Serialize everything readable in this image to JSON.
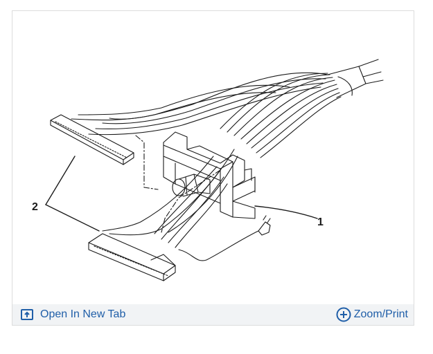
{
  "figure": {
    "callouts": [
      "1",
      "2"
    ]
  },
  "toolbar": {
    "open_new_tab_label": "Open In New Tab",
    "zoom_print_label": "Zoom/Print",
    "open_new_tab_icon": "open-in-new-tab-icon",
    "zoom_print_icon": "plus-circle-icon"
  },
  "colors": {
    "link": "#1f5ea8",
    "toolbar_bg": "#f1f3f5",
    "frame_border": "#dcdcdc",
    "line_art": "#1a1a1a"
  }
}
